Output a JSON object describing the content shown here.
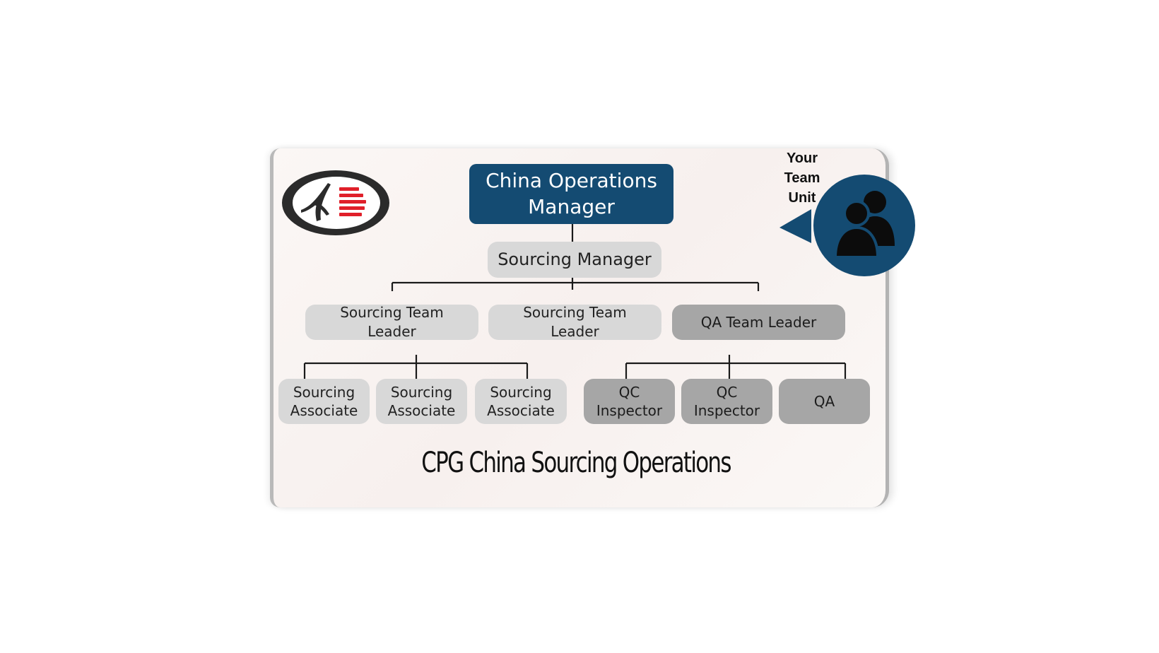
{
  "diagram": {
    "title": "CPG China Sourcing Operations",
    "top": {
      "label": "China Operations\nManager"
    },
    "level2": {
      "label": "Sourcing Manager"
    },
    "level3": [
      {
        "label": "Sourcing Team\nLeader"
      },
      {
        "label": "Sourcing Team\nLeader"
      },
      {
        "label": "QA Team Leader"
      }
    ],
    "level4_sourcing": [
      {
        "label": "Sourcing\nAssociate"
      },
      {
        "label": "Sourcing\nAssociate"
      },
      {
        "label": "Sourcing\nAssociate"
      }
    ],
    "level4_qa": [
      {
        "label": "QC\nInspector"
      },
      {
        "label": "QC\nInspector"
      },
      {
        "label": "QA"
      }
    ],
    "callout": {
      "label": "Your\nTeam\nUnit",
      "icon": "people-icon"
    }
  },
  "colors": {
    "navy": "#144b72",
    "light_box": "#d8d8d8",
    "dark_box": "#a6a6a6",
    "logo_red": "#e0202a",
    "logo_dark": "#2b2b2b"
  }
}
